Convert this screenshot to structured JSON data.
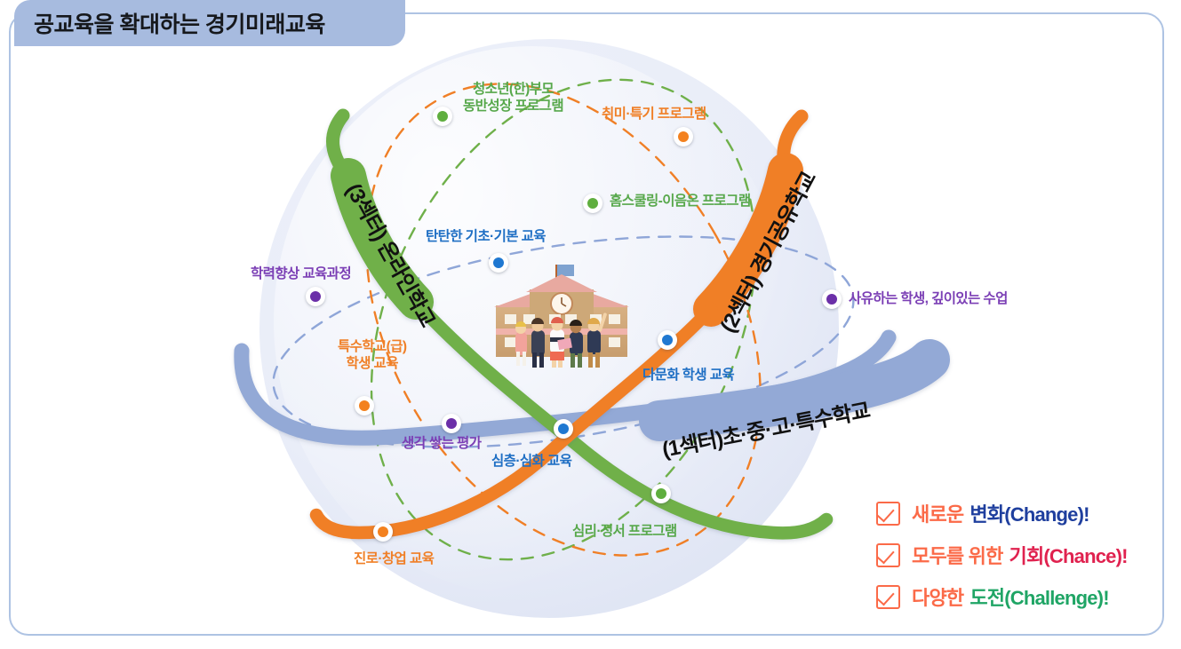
{
  "header": {
    "title": "공교육을 확대하는 경기미래교육"
  },
  "bands": [
    {
      "id": "sector1",
      "label": "(1섹터)초·중·고·특수학교",
      "color": "#93a9d6",
      "sector": "1"
    },
    {
      "id": "sector2",
      "label": "(2섹터) 경기공유학교",
      "color": "#f07f26",
      "sector": "2"
    },
    {
      "id": "sector3",
      "label": "(3섹터) 온라인학교",
      "color": "#6fb04a",
      "sector": "3"
    }
  ],
  "nodes": [
    {
      "id": "n1",
      "label": "청소년(한)부모\n동반성장 프로그램",
      "line1": "청소년(한)부모",
      "line2": "동반성장 프로그램",
      "color": "green",
      "dot": "#5fae3e"
    },
    {
      "id": "n2",
      "label": "취미·특기 프로그램",
      "line1": "취미·특기 프로그램",
      "line2": "",
      "color": "orange",
      "dot": "#f3811f"
    },
    {
      "id": "n3",
      "label": "홈스쿨링-이음온 프로그램",
      "line1": "홈스쿨링-이음온 프로그램",
      "line2": "",
      "color": "green",
      "dot": "#5fae3e"
    },
    {
      "id": "n4",
      "label": "탄탄한 기초·기본 교육",
      "line1": "탄탄한 기초·기본 교육",
      "line2": "",
      "color": "blue",
      "dot": "#1f78d1"
    },
    {
      "id": "n5",
      "label": "학력향상 교육과정",
      "line1": "학력향상 교육과정",
      "line2": "",
      "color": "purple",
      "dot": "#6b2fa8"
    },
    {
      "id": "n6",
      "label": "특수학교(급)\n학생 교육",
      "line1": "특수학교(급)",
      "line2": "학생 교육",
      "color": "orange",
      "dot": "#f3811f"
    },
    {
      "id": "n7",
      "label": "사유하는 학생, 깊이있는 수업",
      "line1": "사유하는 학생, 깊이있는 수업",
      "line2": "",
      "color": "purple",
      "dot": "#6b2fa8"
    },
    {
      "id": "n8",
      "label": "다문화 학생 교육",
      "line1": "다문화 학생 교육",
      "line2": "",
      "color": "blue",
      "dot": "#1f78d1"
    },
    {
      "id": "n9",
      "label": "생각 쌓는 평가",
      "line1": "생각 쌓는 평가",
      "line2": "",
      "color": "purple",
      "dot": "#6b2fa8"
    },
    {
      "id": "n10",
      "label": "심층·심화 교육",
      "line1": "심층·심화 교육",
      "line2": "",
      "color": "blue",
      "dot": "#1f78d1"
    },
    {
      "id": "n11",
      "label": "진로·창업 교육",
      "line1": "진로·창업 교육",
      "line2": "",
      "color": "orange",
      "dot": "#f3811f"
    },
    {
      "id": "n12",
      "label": "심리·정서 프로그램",
      "line1": "심리·정서 프로그램",
      "line2": "",
      "color": "green",
      "dot": "#5fae3e"
    }
  ],
  "checklist": [
    {
      "prefix": "새로운",
      "keyword": "변화(Change)!",
      "keyword_color": "#1f3f9e"
    },
    {
      "prefix": "모두를 위한",
      "keyword": "기회(Chance)!",
      "keyword_color": "#e0224f"
    },
    {
      "prefix": "다양한",
      "keyword": "도전(Challenge)!",
      "keyword_color": "#1fa565"
    }
  ],
  "palette": {
    "title_bg": "#a7bbdf",
    "frame_border": "#aec3e3",
    "globe": "#e9edf8",
    "green": "#6fb04a",
    "orange": "#f07f26",
    "blue": "#93a9d6",
    "purple": "#7b3fb5",
    "check": "#fb6a48"
  },
  "illustration": {
    "name": "school-building-with-students"
  }
}
